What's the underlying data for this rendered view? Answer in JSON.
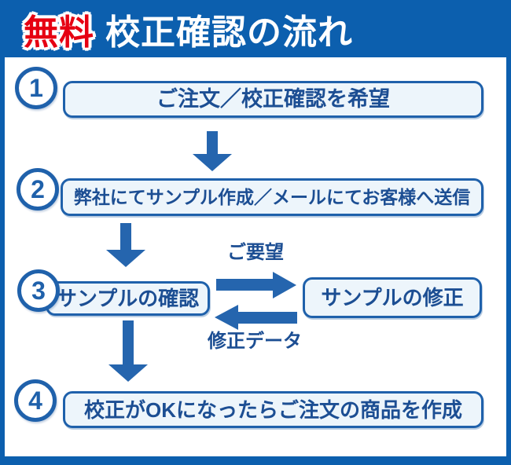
{
  "header": {
    "badge": "無料",
    "title": "校正確認の流れ"
  },
  "steps": [
    {
      "number": "1",
      "label": "ご注文／校正確認を希望"
    },
    {
      "number": "2",
      "label": "弊社にてサンプル作成／メールにてお客様へ送信"
    },
    {
      "number": "3",
      "label": "サンプルの確認"
    },
    {
      "number": "4",
      "label": "校正がOKになったらご注文の商品を作成"
    }
  ],
  "revision_loop": {
    "request_label": "ご要望",
    "revision_data_label": "修正データ",
    "revision_box_label": "サンプルの修正"
  },
  "colors": {
    "primary_blue": "#0c5fae",
    "element_blue": "#1f61ab",
    "arrow_blue": "#2565ae",
    "box_fill": "#edf5fb",
    "box_text_blue": "#1c4e93",
    "badge_red": "#e60012",
    "background": "#ffffff"
  }
}
